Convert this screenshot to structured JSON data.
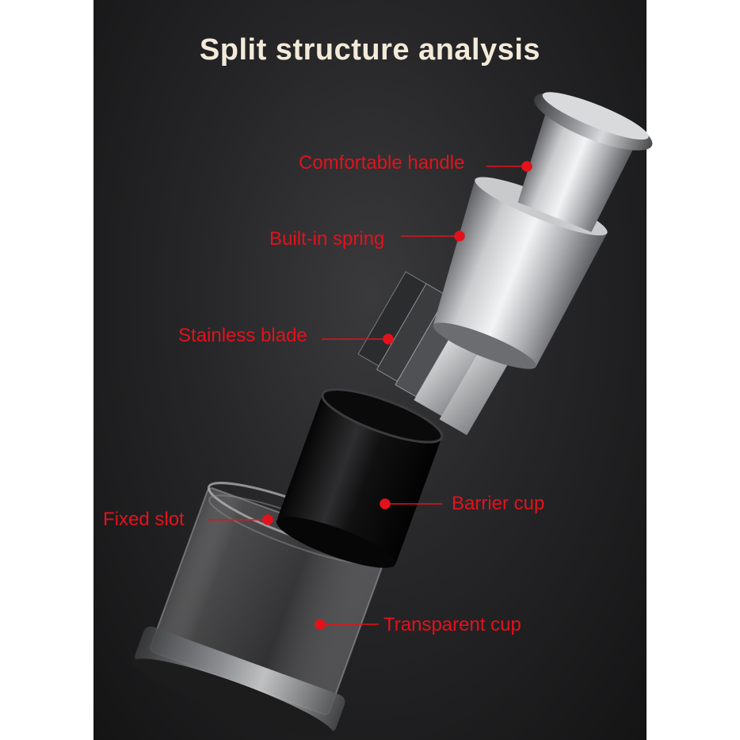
{
  "title": "Split structure analysis",
  "labels": {
    "comfortable_handle": "Comfortable handle",
    "built_in_spring": "Built-in spring",
    "stainless_blade": "Stainless blade",
    "barrier_cup": "Barrier cup",
    "fixed_slot": "Fixed slot",
    "transparent_cup": "Transparent cup"
  },
  "colors": {
    "background": "#2a2a2c",
    "title": "#f3ead9",
    "label": "#e2121c"
  }
}
